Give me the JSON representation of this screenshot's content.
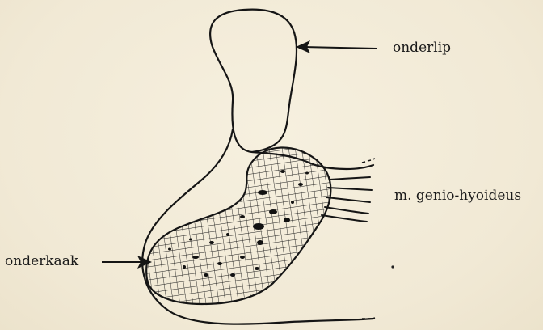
{
  "labels": {
    "onderlip": "onderlip",
    "genio": "m. genio-hyoideus",
    "onderkaak": "onderkaak"
  }
}
